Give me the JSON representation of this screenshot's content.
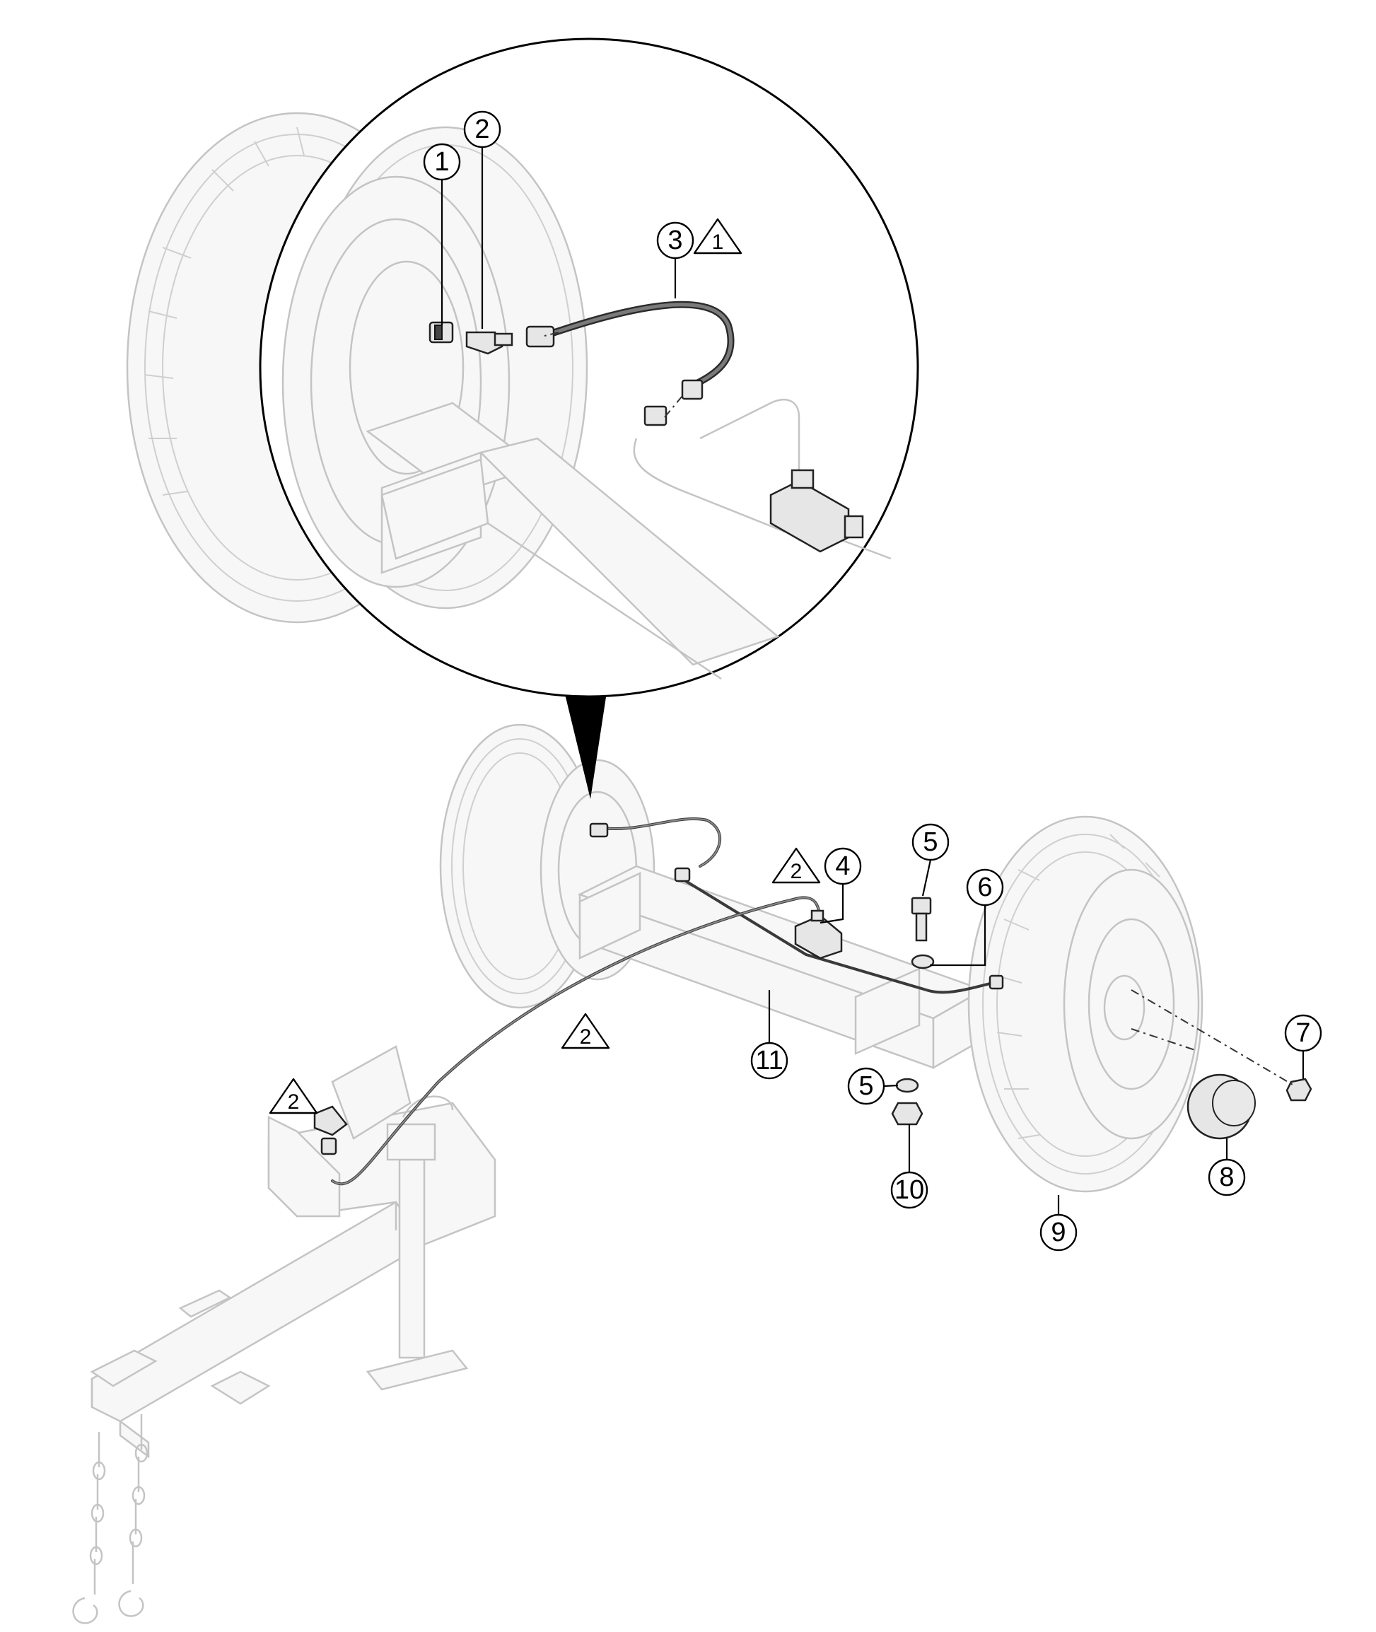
{
  "callouts": [
    {
      "number": "1"
    },
    {
      "number": "2"
    },
    {
      "number": "3"
    },
    {
      "number": "4"
    },
    {
      "number": "5"
    },
    {
      "number": "6"
    },
    {
      "number": "7"
    },
    {
      "number": "8"
    },
    {
      "number": "9"
    },
    {
      "number": "10"
    },
    {
      "number": "11"
    },
    {
      "number": "5"
    }
  ],
  "warnings": [
    {
      "number": "1"
    },
    {
      "number": "2"
    },
    {
      "number": "2"
    },
    {
      "number": "2"
    }
  ]
}
